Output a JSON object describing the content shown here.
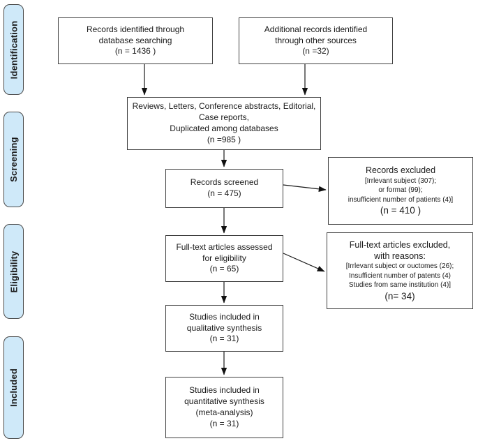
{
  "sidebar": {
    "stages": [
      "Identification",
      "Screening",
      "Eligibility",
      "Included"
    ]
  },
  "boxes": {
    "records_identified": {
      "lines": [
        "Records identified through",
        "database searching",
        "(n = 1436 )"
      ]
    },
    "additional_records": {
      "lines": [
        "Additional records identified",
        "through other sources",
        "(n =32)"
      ]
    },
    "initial_exclusions": {
      "lines": [
        "Reviews, Letters, Conference abstracts, Editorial,",
        "Case reports,",
        "Duplicated among databases",
        "(n =985 )"
      ]
    },
    "records_screened": {
      "lines": [
        "Records screened",
        "(n = 475)"
      ]
    },
    "records_excluded": {
      "heading": "Records excluded",
      "details": [
        "[Irrlevant subject (307);",
        "or format (99);",
        "insufficient number of patients (4)]"
      ],
      "count": "(n = 410 )"
    },
    "fulltext_assessed": {
      "lines": [
        "Full-text articles assessed",
        "for eligibility",
        "(n = 65)"
      ]
    },
    "fulltext_excluded": {
      "heading_lines": [
        "Full-text articles excluded,",
        "with reasons:"
      ],
      "details": [
        "[Irrlevant subject or ouctomes (26);",
        "Insufficient number of patents (4)",
        "Studies from same institution (4)]"
      ],
      "count": "(n= 34)"
    },
    "qualitative_synthesis": {
      "lines": [
        "Studies included in",
        "qualitative synthesis",
        "(n = 31)"
      ]
    },
    "quantitative_synthesis": {
      "lines": [
        "Studies included in",
        "quantitative synthesis",
        "(meta-analysis)",
        "(n = 31)"
      ]
    }
  },
  "colors": {
    "stage_fill": "#cfe9f9",
    "stage_border": "#4a4a4a",
    "box_border": "#3f3f3f",
    "arrow": "#1a1a1a"
  }
}
